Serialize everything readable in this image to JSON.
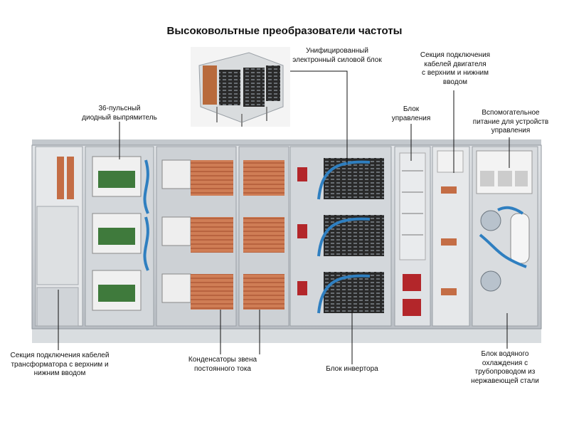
{
  "title": "Высоковольтные преобразователи частоты",
  "labels": {
    "unified_power_block": "Унифицированный\nэлектронный силовой блок",
    "motor_cable_section": "Секция подключения\nкабелей двигателя\nс верхним и нижним\nвводом",
    "rectifier": "36-пульсный\nдиодный выпрямитель",
    "control_block": "Блок\nуправления",
    "aux_power": "Вспомогательное\nпитание для устройств\nуправления",
    "transformer_cable_section": "Секция подключения кабелей\nтрансформатора с верхним и\nнижним вводом",
    "dc_capacitors": "Конденсаторы звена\nпостоянного тока",
    "inverter_block": "Блок инвертора",
    "water_cooling": "Блок водяного\nохлаждения с\nтрубопроводом из\nнержавеющей стали"
  },
  "colors": {
    "cabinet": "#cfd3d8",
    "copper": "#c9754f",
    "pcb": "#3f7a3c",
    "cable_blue": "#2f7fc0",
    "module_black": "#222222",
    "red_component": "#b3262a"
  }
}
